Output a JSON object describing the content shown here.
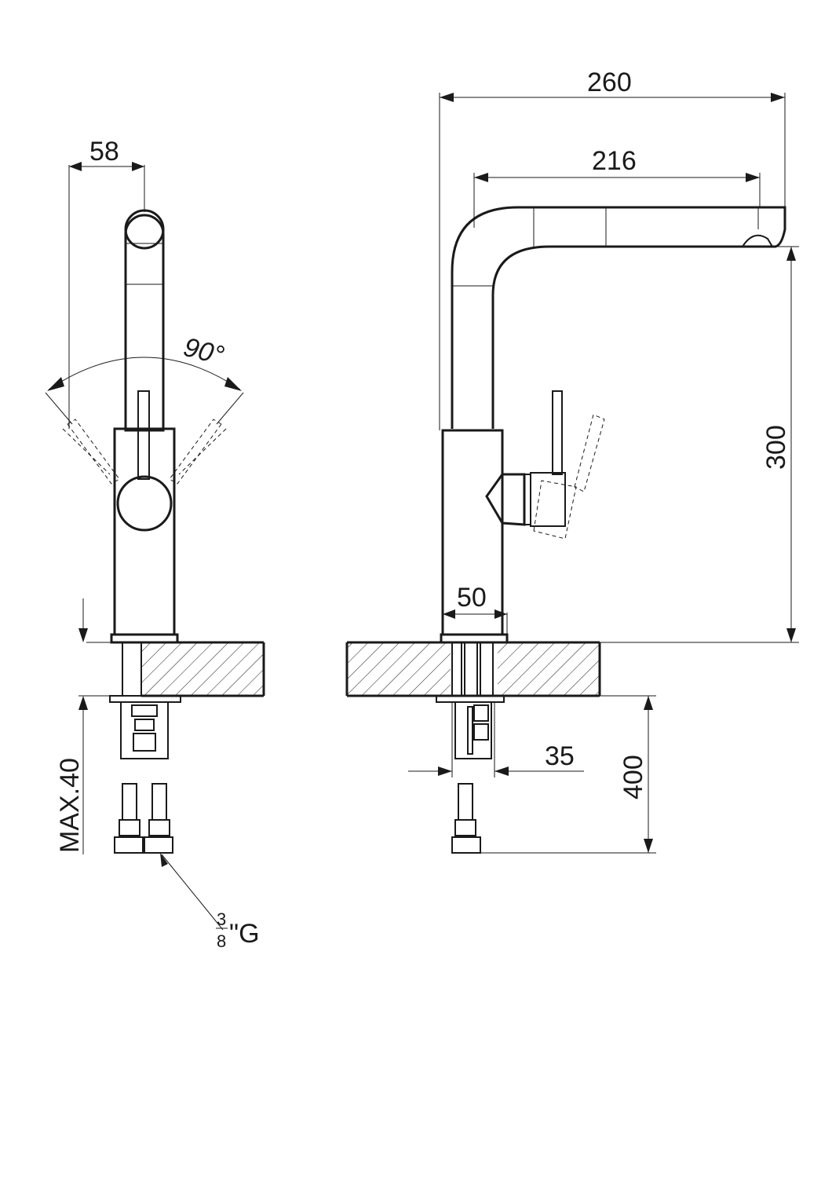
{
  "front_view": {
    "width_label": "58",
    "angle_label": "90°",
    "max_thickness_label": "MAX.40",
    "thread": {
      "num": "3",
      "den": "8",
      "unit": "\"G"
    }
  },
  "side_view": {
    "overall_length_label": "260",
    "spout_reach_label": "216",
    "spout_height_label": "300",
    "base_diameter_label": "50",
    "hole_label": "35",
    "hose_length_label": "400"
  },
  "colors": {
    "line": "#1a1a1a",
    "background": "#ffffff"
  }
}
